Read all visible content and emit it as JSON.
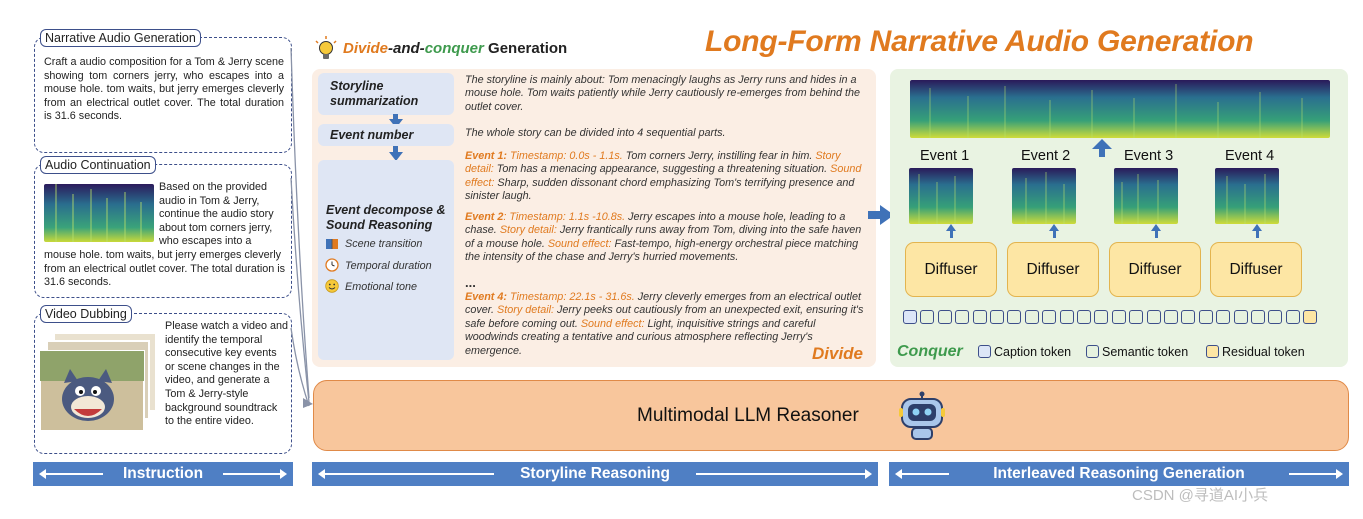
{
  "instruction": {
    "narrative": {
      "title": "Narrative Audio Generation",
      "text": "Craft a audio composition for a Tom & Jerry scene showing tom corners jerry, who escapes into a mouse hole. tom waits, but jerry emerges cleverly from an electrical outlet cover.  The total duration is 31.6 seconds."
    },
    "continuation": {
      "title": "Audio Continuation",
      "text_side": "Based on the provided audio in Tom & Jerry, continue the audio story about tom corners jerry, who escapes into a",
      "text_bottom": "mouse hole. tom waits, but jerry emerges cleverly from an electrical outlet cover. The total duration is 31.6 seconds."
    },
    "dubbing": {
      "title": "Video Dubbing",
      "text": "Please watch a video and identify the temporal consecutive key events or scene changes in the video, and generate a Tom & Jerry-style background soundtrack to the entire video."
    }
  },
  "middle": {
    "title_part1": "Divide",
    "title_part2": "-and-",
    "title_part3": "conquer",
    "title_part4": " Generation",
    "storyline_label": "Storyline summarization",
    "storyline_text": "The storyline is mainly about: Tom menacingly laughs as Jerry runs and hides in a mouse hole. Tom waits patiently while Jerry cautiously re-emerges from behind the outlet cover.",
    "event_number_label": "Event number",
    "event_number_text": "The whole story can be divided into 4 sequential parts.",
    "decompose_label": "Event decompose & Sound Reasoning",
    "sub_items": [
      "Scene transition",
      "Temporal duration",
      "Emotional tone"
    ],
    "events": [
      {
        "name": "Event 1:",
        "timestamp": "Timestamp: 0.0s - 1.1s.",
        "desc": " Tom corners Jerry, instilling fear in him. ",
        "detail_label": "Story detail:",
        "detail": " Tom has a menacing appearance, suggesting a threatening situation. ",
        "sound_label": "Sound effect:",
        "sound": " Sharp, sudden dissonant chord emphasizing Tom's terrifying presence and sinister laugh."
      },
      {
        "name": "Event 2",
        "timestamp": ": Timestamp: 1.1s -10.8s.",
        "desc": " Jerry escapes into a mouse hole, leading to a chase. ",
        "detail_label": "Story detail:",
        "detail": " Jerry frantically runs away from Tom, diving into the safe haven of a mouse hole. ",
        "sound_label": "Sound effect:",
        "sound": " Fast-tempo, high-energy orchestral piece matching the intensity of the chase and Jerry's hurried movements."
      },
      {
        "name": "Event 4:",
        "timestamp": " Timestamp: 22.1s - 31.6s.",
        "desc": " Jerry cleverly emerges from an electrical outlet cover. ",
        "detail_label": "Story detail:",
        "detail": " Jerry peeks out cautiously from an unexpected exit, ensuring it's safe before coming out. ",
        "sound_label": "Sound effect:",
        "sound": " Light, inquisitive strings and careful woodwinds creating a tentative and curious atmosphere reflecting Jerry's emergence."
      }
    ],
    "ellipsis": "...",
    "divide_label": "Divide"
  },
  "right": {
    "title": "Long-Form Narrative Audio Generation",
    "events": [
      "Event 1",
      "Event 2",
      "Event 3",
      "Event 4"
    ],
    "diffuser_label": "Diffuser",
    "conquer_label": "Conquer",
    "legend": [
      "Caption token",
      "Semantic token",
      "Residual token"
    ],
    "tokens": [
      "caption",
      "semantic",
      "semantic",
      "semantic",
      "semantic",
      "semantic",
      "semantic",
      "semantic",
      "semantic",
      "semantic",
      "semantic",
      "semantic",
      "semantic",
      "semantic",
      "semantic",
      "semantic",
      "semantic",
      "semantic",
      "semantic",
      "semantic",
      "semantic",
      "semantic",
      "semantic",
      "residual"
    ]
  },
  "llm_label": "Multimodal LLM Reasoner",
  "bottom": {
    "instruction": "Instruction",
    "storyline": "Storyline Reasoning",
    "interleaved": "Interleaved Reasoning Generation"
  },
  "watermark": "CSDN @寻道AI小兵",
  "colors": {
    "accent_orange": "#e07a1f",
    "accent_green": "#3e9a4d",
    "bar_blue": "#4f7fc4",
    "caption_token": "#dce6f7",
    "semantic_token": "#e6f2df",
    "residual_token": "#fde6a4"
  }
}
